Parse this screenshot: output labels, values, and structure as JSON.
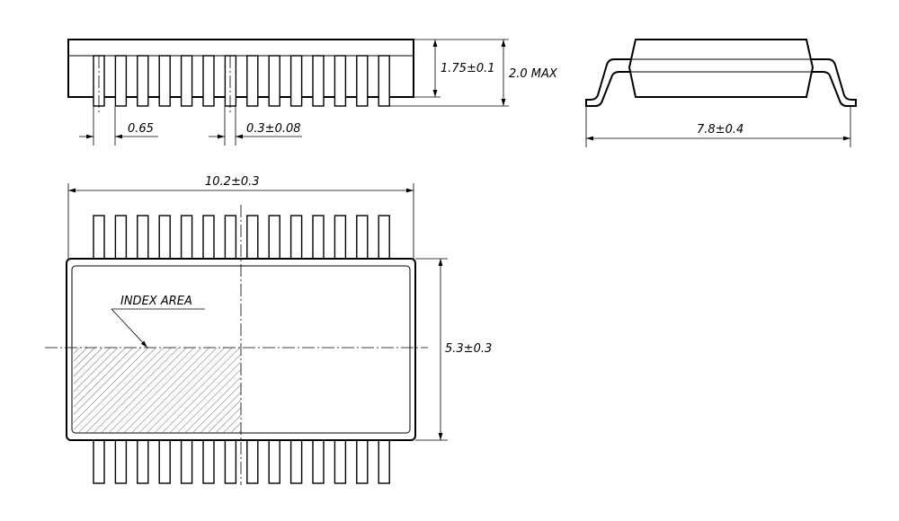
{
  "colors": {
    "ink": "#000000",
    "paper": "#ffffff"
  },
  "labels": {
    "height_body": "1.75±0.1",
    "height_max": "2.0 MAX",
    "pitch": "0.65",
    "lead_width": "0.3±0.08",
    "overall_width": "7.8±0.4",
    "body_length": "10.2±0.3",
    "body_width": "5.3±0.3",
    "index_area": "INDEX AREA"
  },
  "package": {
    "leads_per_side": 14
  }
}
